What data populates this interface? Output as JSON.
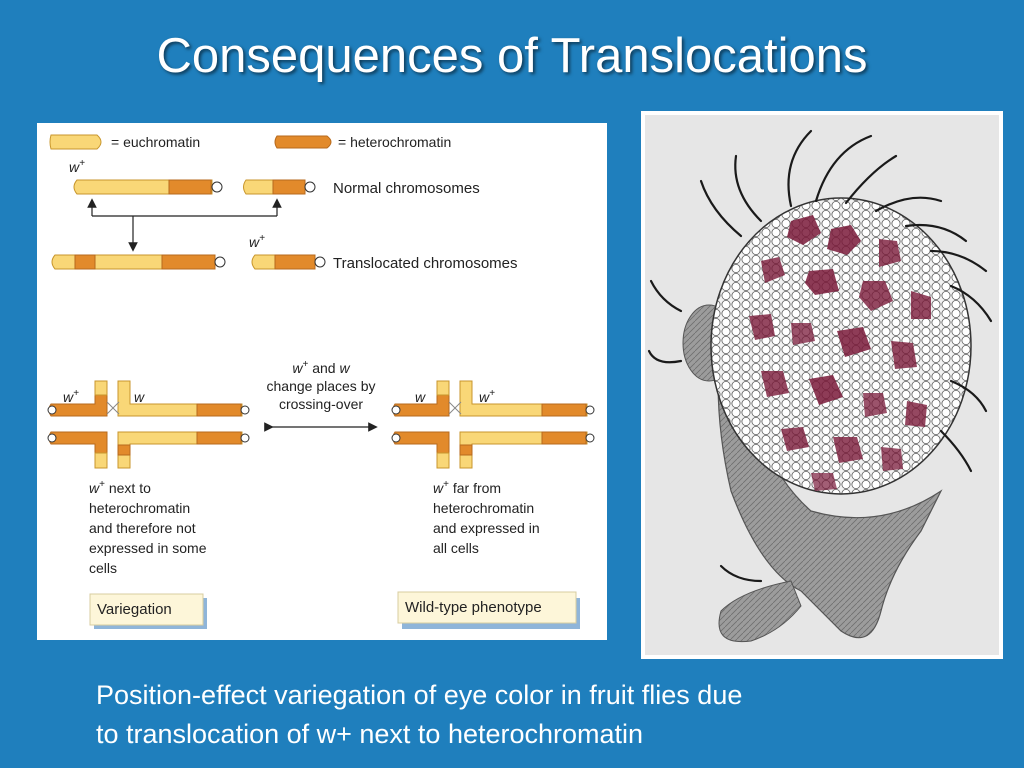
{
  "title": "Consequences of Translocations",
  "colors": {
    "background": "#1f7fbd",
    "euchromatin": "#f9d777",
    "heterochromatin": "#e28a2b",
    "label_box": "#fdf6d9",
    "label_box_shadow": "#8fb5d9",
    "eye_pigment": "#7a1a3a"
  },
  "legend": {
    "euchromatin": "= euchromatin",
    "heterochromatin": "= heterochromatin"
  },
  "chromosomes": {
    "w_plus": "w",
    "plus_sign": "+",
    "normal": "Normal chromosomes",
    "translocated": "Translocated chromosomes"
  },
  "crossing": {
    "w_plus": "w",
    "and_text": "and",
    "w": "w",
    "line2": "change places by",
    "line3": "crossing-over"
  },
  "left_pairing": {
    "label_w_plus": "w",
    "label_w": "w",
    "note_lines": [
      "next to",
      "heterochromatin",
      "and therefore not",
      "expressed in some",
      "cells"
    ],
    "note_prefix": "w",
    "box_label": "Variegation"
  },
  "right_pairing": {
    "label_w": "w",
    "label_w_plus": "w",
    "note_lines": [
      "far from",
      "heterochromatin",
      "and expressed in",
      "all cells"
    ],
    "note_prefix": "w",
    "box_label": "Wild-type phenotype"
  },
  "caption": {
    "line1": "Position-effect variegation of eye color in fruit flies due",
    "line2": "to translocation of w+ next to heterochromatin"
  }
}
